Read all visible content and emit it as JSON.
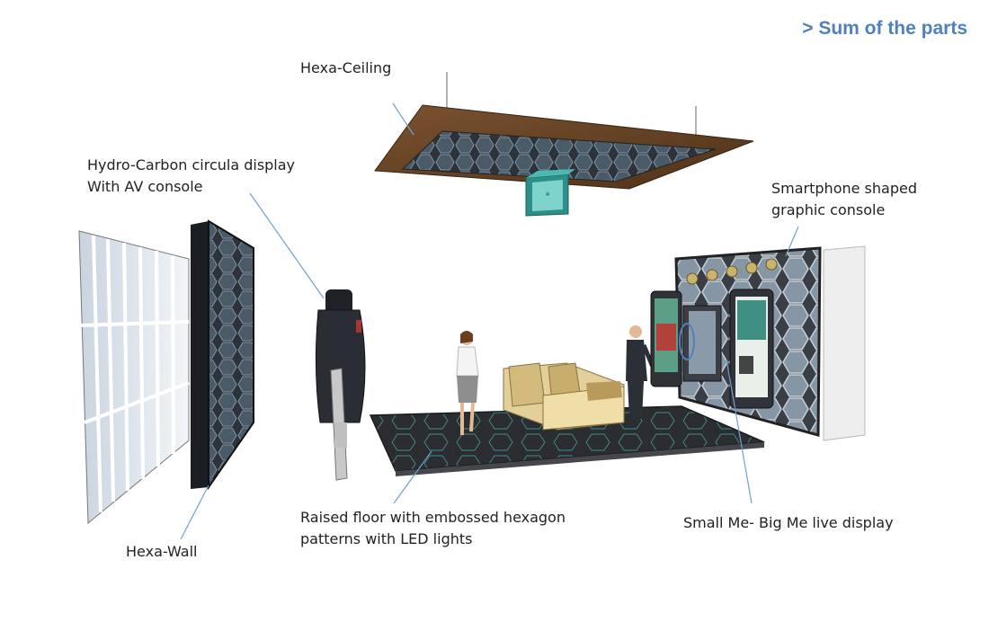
{
  "header": {
    "title": "> Sum of the parts"
  },
  "labels": {
    "hexa_ceiling": "Hexa-Ceiling",
    "hydro_carbon_line1": "Hydro-Carbon circula display",
    "hydro_carbon_line2": "With AV console",
    "smartphone_line1": "Smartphone shaped",
    "smartphone_line2": "graphic console",
    "hexa_wall": "Hexa-Wall",
    "raised_floor_line1": "Raised floor with embossed hexagon",
    "raised_floor_line2": "patterns with LED lights",
    "small_me_big_me": "Small Me- Big Me live display"
  },
  "colors": {
    "accent": "#4f81bd",
    "leader_line": "#6fa0cf",
    "ceiling_wood": "#6b4a2a",
    "panel_dark": "#2b3037",
    "cube_teal": "#3aa6a1",
    "floor": "#2c2d30"
  }
}
